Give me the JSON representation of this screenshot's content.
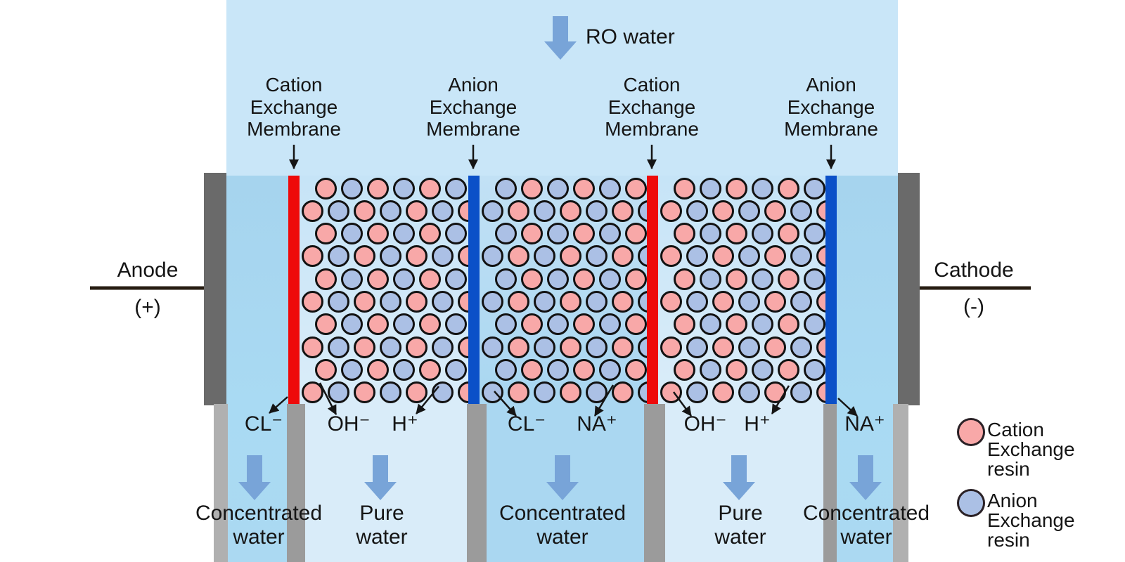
{
  "diagram": {
    "ro_water_label": "RO water",
    "electrodes": {
      "anode": {
        "name": "Anode",
        "polarity": "(+)"
      },
      "cathode": {
        "name": "Cathode",
        "polarity": "(-)"
      }
    },
    "membranes": [
      {
        "type": "cation",
        "line1": "Cation",
        "line2": "Exchange",
        "line3": "Membrane"
      },
      {
        "type": "anion",
        "line1": "Anion",
        "line2": "Exchange",
        "line3": "Membrane"
      },
      {
        "type": "cation",
        "line1": "Cation",
        "line2": "Exchange",
        "line3": "Membrane"
      },
      {
        "type": "anion",
        "line1": "Anion",
        "line2": "Exchange",
        "line3": "Membrane"
      }
    ],
    "ions": [
      {
        "label": "CL⁻"
      },
      {
        "label": "OH⁻"
      },
      {
        "label": "H⁺"
      },
      {
        "label": "CL⁻"
      },
      {
        "label": "NA⁺"
      },
      {
        "label": "OH⁻"
      },
      {
        "label": "H⁺"
      },
      {
        "label": "NA⁺"
      }
    ],
    "flows": [
      {
        "line1": "Concentrated",
        "line2": "water"
      },
      {
        "line1": "Pure",
        "line2": "water"
      },
      {
        "line1": "Concentrated",
        "line2": "water"
      },
      {
        "line1": "Pure",
        "line2": "water"
      },
      {
        "line1": "Concentrated",
        "line2": "water"
      }
    ],
    "legend": [
      {
        "swatch": "cation-resin",
        "line1": "Cation",
        "line2": "Exchange",
        "line3": "resin"
      },
      {
        "swatch": "anion-resin",
        "line1": "Anion",
        "line2": "Exchange",
        "line3": "resin"
      }
    ],
    "colors": {
      "cation_resin": "#f8a8a8",
      "anion_resin": "#abc0e5",
      "cation_membrane": "#ee0a0a",
      "anion_membrane": "#0b50c8",
      "electrode": "#6a6a6a",
      "wall": "#9b9b9b",
      "flow_arrow": "#78a4d8",
      "background_feed": "#c9e6f8",
      "background_dilute": "#d9ecf9",
      "background_concentrate": "#aad7f1",
      "annotation": "#151515"
    },
    "resin_chambers": [
      {
        "start": "cation"
      },
      {
        "start": "anion"
      },
      {
        "start": "cation"
      }
    ]
  }
}
